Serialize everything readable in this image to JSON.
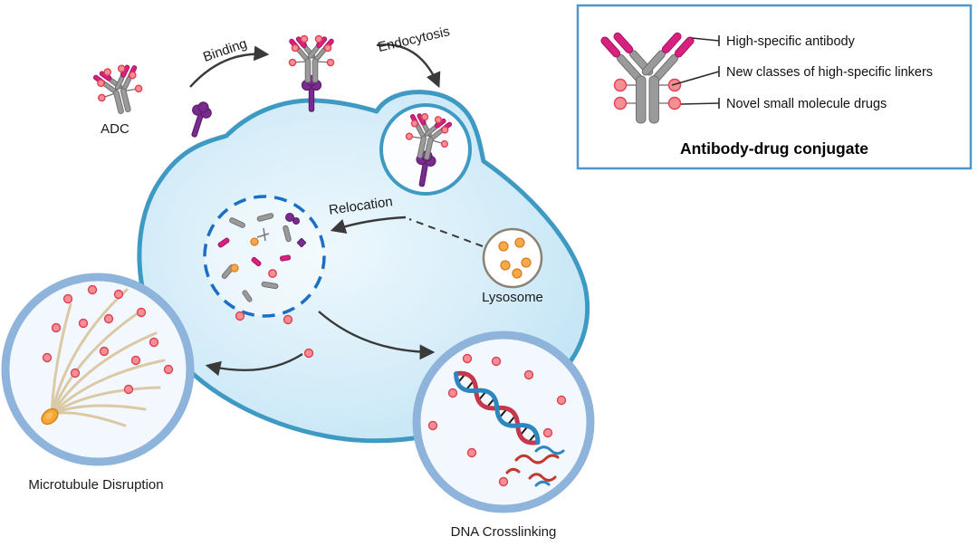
{
  "figure": {
    "labels": {
      "adc": "ADC",
      "binding": "Binding",
      "endocytosis": "Endocytosis",
      "relocation": "Relocation",
      "lysosome": "Lysosome",
      "microtubule_disruption": "Microtubule Disruption",
      "dna_crosslinking": "DNA Crosslinking"
    },
    "legend": {
      "title": "Antibody-drug conjugate",
      "items": [
        {
          "label": "High-specific antibody"
        },
        {
          "label": "New classes of high-specific linkers"
        },
        {
          "label": "Novel small molecule drugs"
        }
      ]
    },
    "colors": {
      "cell_membrane": "#3f9ac3",
      "cell_fill": "#cfe9f6",
      "endosome_dashed_blue": "#1a6fc4",
      "antibody_gray": "#9a9a9a",
      "antibody_fab_pink": "#d6217e",
      "drug_red": "#f58e95",
      "receptor_purple": "#7a2b8f",
      "lysosome_dot_orange": "#f5a94b",
      "microtubule_fiber_beige": "#dbc9a6",
      "centrosome_orange": "#f5a832",
      "dna_strand_red": "#c7374b",
      "dna_strand_blue": "#2e86c1",
      "outcome_circle_ring": "#8fb4dc",
      "legend_border": "#4e97cc"
    }
  }
}
